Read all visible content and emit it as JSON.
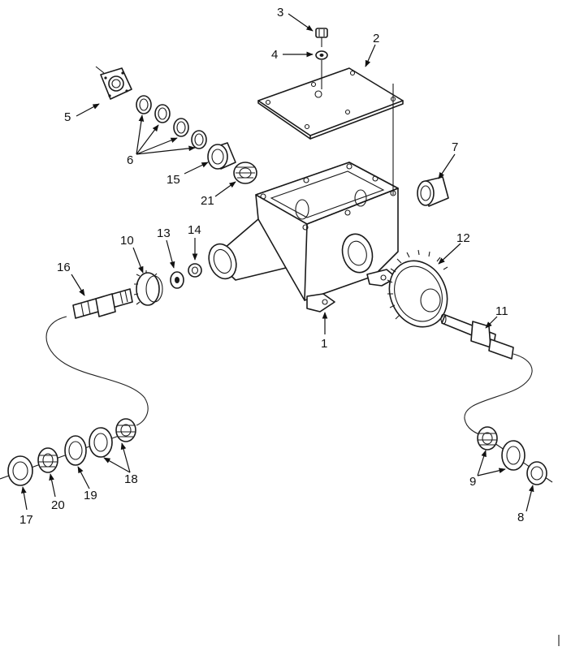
{
  "callouts": {
    "c1": "1",
    "c2": "2",
    "c3": "3",
    "c4": "4",
    "c5": "5",
    "c6": "6",
    "c7": "7",
    "c8": "8",
    "c9": "9",
    "c10": "10",
    "c11": "11",
    "c12": "12",
    "c13": "13",
    "c14": "14",
    "c15": "15",
    "c16": "16",
    "c17": "17",
    "c18": "18",
    "c19": "19",
    "c20": "20",
    "c21": "21"
  },
  "colors": {
    "ink": "#1a1a1a",
    "background": "#ffffff"
  }
}
